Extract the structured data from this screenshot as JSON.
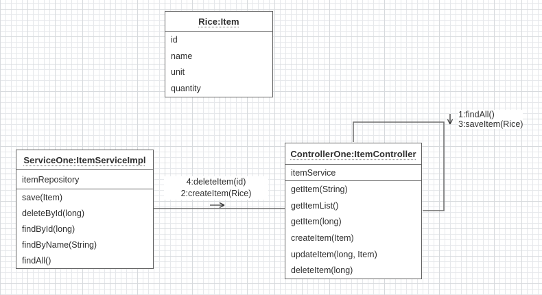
{
  "canvas": {
    "background": "#ffffff",
    "grid_minor_color": "#e6e8eb",
    "grid_major_color": "#d7dadd",
    "box_border_color": "#616161",
    "edge_color": "#6b6b6b",
    "text_color": "#2e2e2e"
  },
  "icons": {
    "sequence_direction_right": "→",
    "sequence_direction_down": "↓"
  },
  "classes": [
    {
      "title": "Rice:Item",
      "attributes": [
        "id",
        "name",
        "unit",
        "quantity"
      ],
      "methods": []
    },
    {
      "title": "ServiceOne:ItemServiceImpl",
      "attributes": [
        "itemRepository"
      ],
      "methods": [
        "save(Item)",
        "deleteById(long)",
        "findById(long)",
        "findByName(String)",
        "findAll()"
      ]
    },
    {
      "title": "ControllerOne:ItemController",
      "attributes": [
        "itemService"
      ],
      "methods": [
        "getItem(String)",
        "getItemList()",
        "getItem(long)",
        "createItem(Item)",
        "updateItem(long, Item)",
        "deleteItem(long)"
      ]
    }
  ],
  "connectors": [
    {
      "name": "service-to-controller",
      "labels": [
        "4:deleteItem(id)",
        "2:createItem(Rice)"
      ],
      "direction_icon": "right-arrow"
    },
    {
      "name": "controller-self-loop",
      "labels": [
        "1:findAll()",
        "3:saveItem(Rice)"
      ],
      "direction_icon": "down-arrow"
    }
  ]
}
